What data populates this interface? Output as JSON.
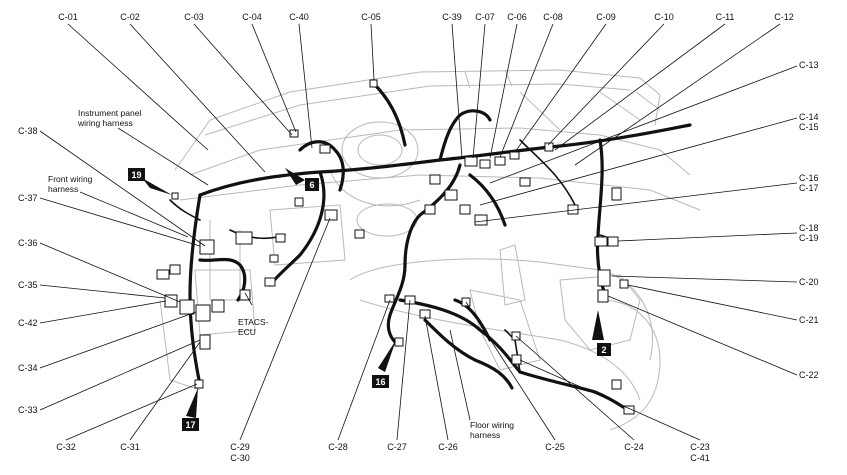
{
  "labels": {
    "c01": "C-01",
    "c02": "C-02",
    "c03": "C-03",
    "c04": "C-04",
    "c40": "C-40",
    "c05": "C-05",
    "c39": "C-39",
    "c07": "C-07",
    "c06": "C-06",
    "c08": "C-08",
    "c09": "C-09",
    "c10": "C-10",
    "c11": "C-11",
    "c12": "C-12",
    "c13": "C-13",
    "c14": "C-14",
    "c15": "C-15",
    "c16": "C-16",
    "c17": "C-17",
    "c18": "C-18",
    "c19": "C-19",
    "c20": "C-20",
    "c21": "C-21",
    "c22": "C-22",
    "c23": "C-23",
    "c41": "C-41",
    "c24": "C-24",
    "c25": "C-25",
    "c26": "C-26",
    "c27": "C-27",
    "c28": "C-28",
    "c29": "C-29",
    "c30": "C-30",
    "c31": "C-31",
    "c32": "C-32",
    "c33": "C-33",
    "c34": "C-34",
    "c42": "C-42",
    "c35": "C-35",
    "c36": "C-36",
    "c37": "C-37",
    "c38": "C-38"
  },
  "notes": {
    "ip_line1": "Instrument panel",
    "ip_line2": "wiring harness",
    "front_line1": "Front wiring",
    "front_line2": "harness",
    "etacs_line1": "ETACS-",
    "etacs_line2": "ECU",
    "floor_line1": "Floor wiring",
    "floor_line2": "harness"
  },
  "badges": {
    "b19": "19",
    "b6": "6",
    "b2": "2",
    "b16": "16",
    "b17": "17"
  }
}
